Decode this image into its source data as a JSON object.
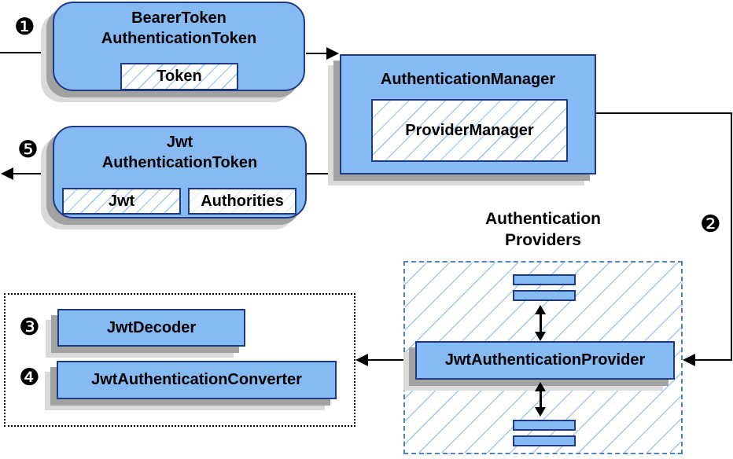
{
  "diagram": {
    "badges": {
      "step1": "❶",
      "step2": "❷",
      "step3": "❸",
      "step4": "❹",
      "step5": "❺"
    },
    "bearer_token": {
      "title": "BearerToken\nAuthenticationToken",
      "token_label": "Token"
    },
    "authentication_manager": {
      "title": "AuthenticationManager",
      "provider_manager_label": "ProviderManager"
    },
    "jwt_authentication_token": {
      "title": "Jwt\nAuthenticationToken",
      "jwt_label": "Jwt",
      "authorities_label": "Authorities"
    },
    "authentication_providers": {
      "title": "Authentication\nProviders",
      "provider_label": "JwtAuthenticationProvider"
    },
    "decoder_group": {
      "decoder_label": "JwtDecoder",
      "converter_label": "JwtAuthenticationConverter"
    },
    "colors": {
      "box_fill": "#85BAF2",
      "box_border": "#1E3A85",
      "hatch_line": "#A9CDF2",
      "providers_dash_border": "#4F81BD",
      "decoder_dash_border": "#000000",
      "shadow_dark": "#A2A2A2",
      "shadow_light": "#DADADA",
      "connector": "#000000",
      "text": "#000000"
    }
  }
}
